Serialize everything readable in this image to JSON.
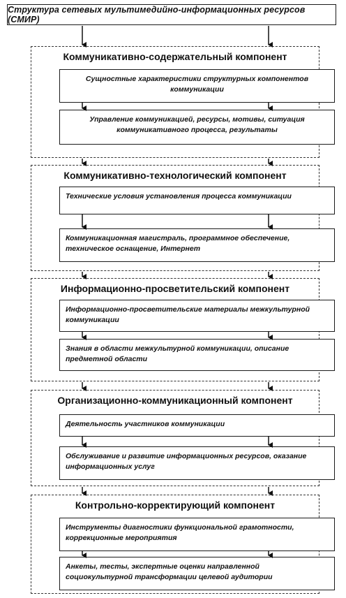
{
  "diagram": {
    "title": "Структура сетевых мультимедийно-информационных ресурсов (СМИР)",
    "sections": [
      {
        "title": "Коммуникативно-содержательный компонент",
        "items": [
          "Сущностные характеристики структурных компонентов коммуникации",
          "Управление коммуникацией, ресурсы, мотивы, ситуация коммуникативного процесса, результаты"
        ]
      },
      {
        "title": "Коммуникативно-технологический компонент",
        "items": [
          "Технические условия установления процесса коммуникации",
          "Коммуникационная магистраль, программное обеспечение, техническое оснащение, Интернет"
        ]
      },
      {
        "title": "Информационно-просветительский компонент",
        "items": [
          "Информационно-просветительские материалы межкультурной коммуникации",
          "Знания в области межкультурной коммуникации, описание предметной области"
        ]
      },
      {
        "title": "Организационно-коммуникационный компонент",
        "items": [
          "Деятельность участников коммуникации",
          "Обслуживание и развитие информационных ресурсов, оказание информационных услуг"
        ]
      },
      {
        "title": "Контрольно-корректирующий компонент",
        "items": [
          "Инструменты диагностики функциональной грамотности, коррекционные мероприятия",
          "Анкеты, тесты, экспертные оценки направленной социокультурной трансформации целевой аудитории"
        ]
      }
    ]
  }
}
